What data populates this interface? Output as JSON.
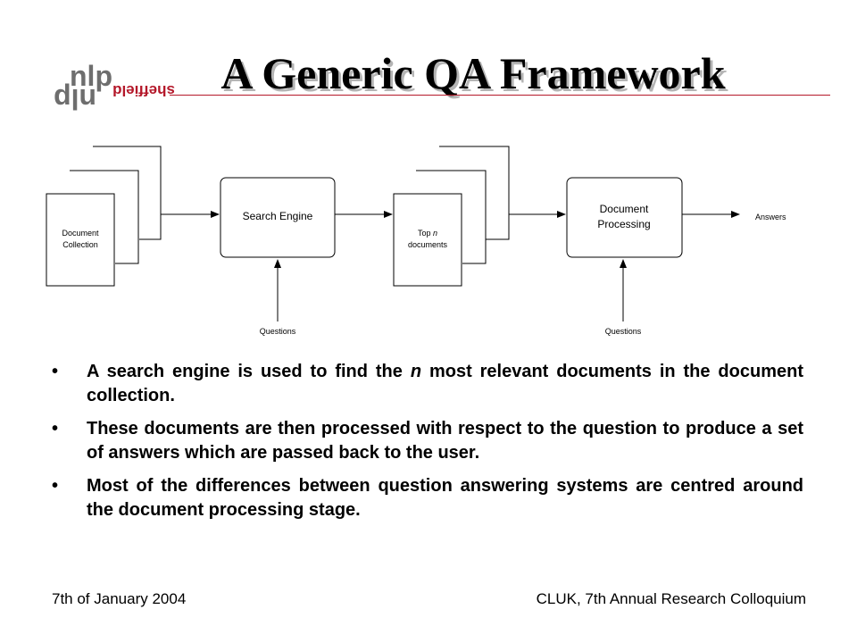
{
  "logo": {
    "nlp_text": "nlp",
    "sheffield_text": "sheffield"
  },
  "slide": {
    "title": "A Generic QA Framework"
  },
  "diagram": {
    "document_collection": [
      "Document",
      "Collection"
    ],
    "search_engine": "Search Engine",
    "top_n": {
      "prefix": "Top",
      "n": "n",
      "line2": "documents"
    },
    "document_processing": [
      "Document",
      "Processing"
    ],
    "answers": "Answers",
    "questions_left": "Questions",
    "questions_right": "Questions"
  },
  "bullets": [
    {
      "parts": [
        "A search engine is used to find the ",
        "n",
        " most relevant documents in the document collection."
      ]
    },
    {
      "parts": [
        "These documents are then processed with respect to the question to produce a set of answers which are passed back to the user."
      ]
    },
    {
      "parts": [
        "Most of the differences between question answering systems are centred around the document processing stage."
      ]
    }
  ],
  "bullet_symbol": "•",
  "footer": {
    "left": "7th of January 2004",
    "right": "CLUK, 7th Annual Research Colloquium"
  },
  "colors": {
    "accent_red": "#b4182a",
    "logo_gray": "#6e6e6e",
    "title_shadow": "#b4b4b4"
  }
}
